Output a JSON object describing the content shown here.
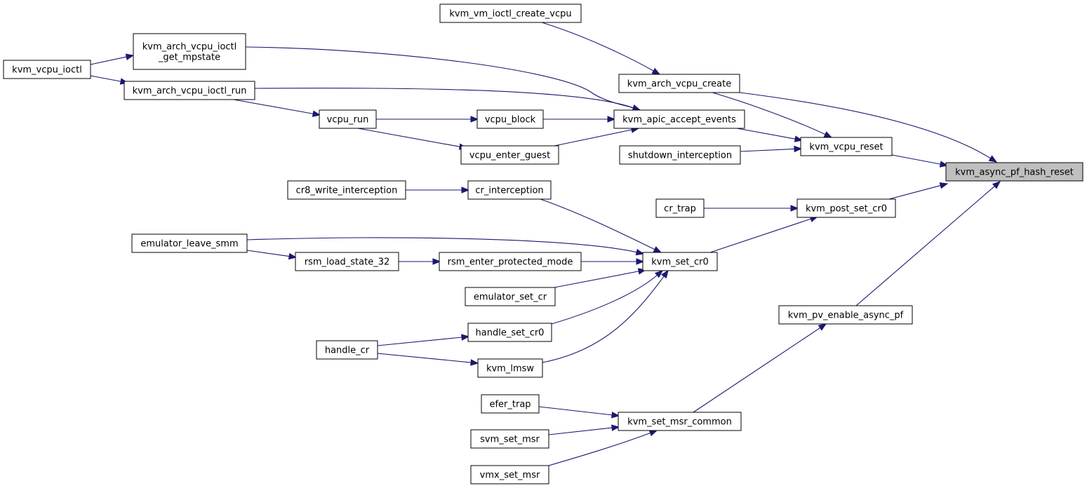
{
  "graph": {
    "nodes": [
      {
        "id": "root",
        "lines": [
          "kvm_async_pf_hash_reset"
        ],
        "root": true
      },
      {
        "id": "n_vm_ioctl_create_vcpu",
        "lines": [
          "kvm_vm_ioctl_create_vcpu"
        ]
      },
      {
        "id": "n_arch_get_mpstate",
        "lines": [
          "kvm_arch_vcpu_ioctl",
          "_get_mpstate"
        ]
      },
      {
        "id": "n_vcpu_ioctl",
        "lines": [
          "kvm_vcpu_ioctl"
        ]
      },
      {
        "id": "n_arch_ioctl_run",
        "lines": [
          "kvm_arch_vcpu_ioctl_run"
        ]
      },
      {
        "id": "n_arch_vcpu_create",
        "lines": [
          "kvm_arch_vcpu_create"
        ]
      },
      {
        "id": "n_vcpu_run",
        "lines": [
          "vcpu_run"
        ]
      },
      {
        "id": "n_vcpu_block",
        "lines": [
          "vcpu_block"
        ]
      },
      {
        "id": "n_apic_accept_events",
        "lines": [
          "kvm_apic_accept_events"
        ]
      },
      {
        "id": "n_vcpu_enter_guest",
        "lines": [
          "vcpu_enter_guest"
        ]
      },
      {
        "id": "n_shutdown_interception",
        "lines": [
          "shutdown_interception"
        ]
      },
      {
        "id": "n_vcpu_reset",
        "lines": [
          "kvm_vcpu_reset"
        ]
      },
      {
        "id": "n_cr8_write_interception",
        "lines": [
          "cr8_write_interception"
        ]
      },
      {
        "id": "n_cr_interception",
        "lines": [
          "cr_interception"
        ]
      },
      {
        "id": "n_cr_trap",
        "lines": [
          "cr_trap"
        ]
      },
      {
        "id": "n_post_set_cr0",
        "lines": [
          "kvm_post_set_cr0"
        ]
      },
      {
        "id": "n_emulator_leave_smm",
        "lines": [
          "emulator_leave_smm"
        ]
      },
      {
        "id": "n_rsm_load_state_32",
        "lines": [
          "rsm_load_state_32"
        ]
      },
      {
        "id": "n_rsm_enter_protected_mode",
        "lines": [
          "rsm_enter_protected_mode"
        ]
      },
      {
        "id": "n_set_cr0",
        "lines": [
          "kvm_set_cr0"
        ]
      },
      {
        "id": "n_emulator_set_cr",
        "lines": [
          "emulator_set_cr"
        ]
      },
      {
        "id": "n_pv_enable_async_pf",
        "lines": [
          "kvm_pv_enable_async_pf"
        ]
      },
      {
        "id": "n_handle_set_cr0",
        "lines": [
          "handle_set_cr0"
        ]
      },
      {
        "id": "n_handle_cr",
        "lines": [
          "handle_cr"
        ]
      },
      {
        "id": "n_lmsw",
        "lines": [
          "kvm_lmsw"
        ]
      },
      {
        "id": "n_efer_trap",
        "lines": [
          "efer_trap"
        ]
      },
      {
        "id": "n_set_msr_common",
        "lines": [
          "kvm_set_msr_common"
        ]
      },
      {
        "id": "n_svm_set_msr",
        "lines": [
          "svm_set_msr"
        ]
      },
      {
        "id": "n_vmx_set_msr",
        "lines": [
          "vmx_set_msr"
        ]
      }
    ],
    "edges": [
      {
        "from": "n_vcpu_reset",
        "to": "root"
      },
      {
        "from": "n_arch_vcpu_create",
        "to": "root"
      },
      {
        "from": "n_post_set_cr0",
        "to": "root"
      },
      {
        "from": "n_pv_enable_async_pf",
        "to": "root"
      },
      {
        "from": "n_vm_ioctl_create_vcpu",
        "to": "n_arch_vcpu_create"
      },
      {
        "from": "n_vcpu_ioctl",
        "to": "n_arch_get_mpstate"
      },
      {
        "from": "n_vcpu_ioctl",
        "to": "n_arch_ioctl_run"
      },
      {
        "from": "n_arch_get_mpstate",
        "to": "n_apic_accept_events"
      },
      {
        "from": "n_arch_ioctl_run",
        "to": "n_apic_accept_events"
      },
      {
        "from": "n_arch_ioctl_run",
        "to": "n_vcpu_run"
      },
      {
        "from": "n_vcpu_run",
        "to": "n_vcpu_block"
      },
      {
        "from": "n_vcpu_run",
        "to": "n_vcpu_enter_guest"
      },
      {
        "from": "n_vcpu_block",
        "to": "n_apic_accept_events"
      },
      {
        "from": "n_vcpu_enter_guest",
        "to": "n_apic_accept_events"
      },
      {
        "from": "n_apic_accept_events",
        "to": "n_vcpu_reset"
      },
      {
        "from": "n_arch_vcpu_create",
        "to": "n_vcpu_reset"
      },
      {
        "from": "n_shutdown_interception",
        "to": "n_vcpu_reset"
      },
      {
        "from": "n_cr_trap",
        "to": "n_post_set_cr0"
      },
      {
        "from": "n_set_cr0",
        "to": "n_post_set_cr0"
      },
      {
        "from": "n_cr8_write_interception",
        "to": "n_cr_interception"
      },
      {
        "from": "n_cr_interception",
        "to": "n_set_cr0"
      },
      {
        "from": "n_emulator_leave_smm",
        "to": "n_set_cr0"
      },
      {
        "from": "n_emulator_leave_smm",
        "to": "n_rsm_load_state_32"
      },
      {
        "from": "n_rsm_load_state_32",
        "to": "n_rsm_enter_protected_mode"
      },
      {
        "from": "n_rsm_enter_protected_mode",
        "to": "n_set_cr0"
      },
      {
        "from": "n_emulator_set_cr",
        "to": "n_set_cr0"
      },
      {
        "from": "n_handle_set_cr0",
        "to": "n_set_cr0"
      },
      {
        "from": "n_lmsw",
        "to": "n_set_cr0"
      },
      {
        "from": "n_handle_cr",
        "to": "n_handle_set_cr0"
      },
      {
        "from": "n_handle_cr",
        "to": "n_lmsw"
      },
      {
        "from": "n_set_msr_common",
        "to": "n_pv_enable_async_pf"
      },
      {
        "from": "n_efer_trap",
        "to": "n_set_msr_common"
      },
      {
        "from": "n_svm_set_msr",
        "to": "n_set_msr_common"
      },
      {
        "from": "n_vmx_set_msr",
        "to": "n_set_msr_common"
      }
    ]
  }
}
